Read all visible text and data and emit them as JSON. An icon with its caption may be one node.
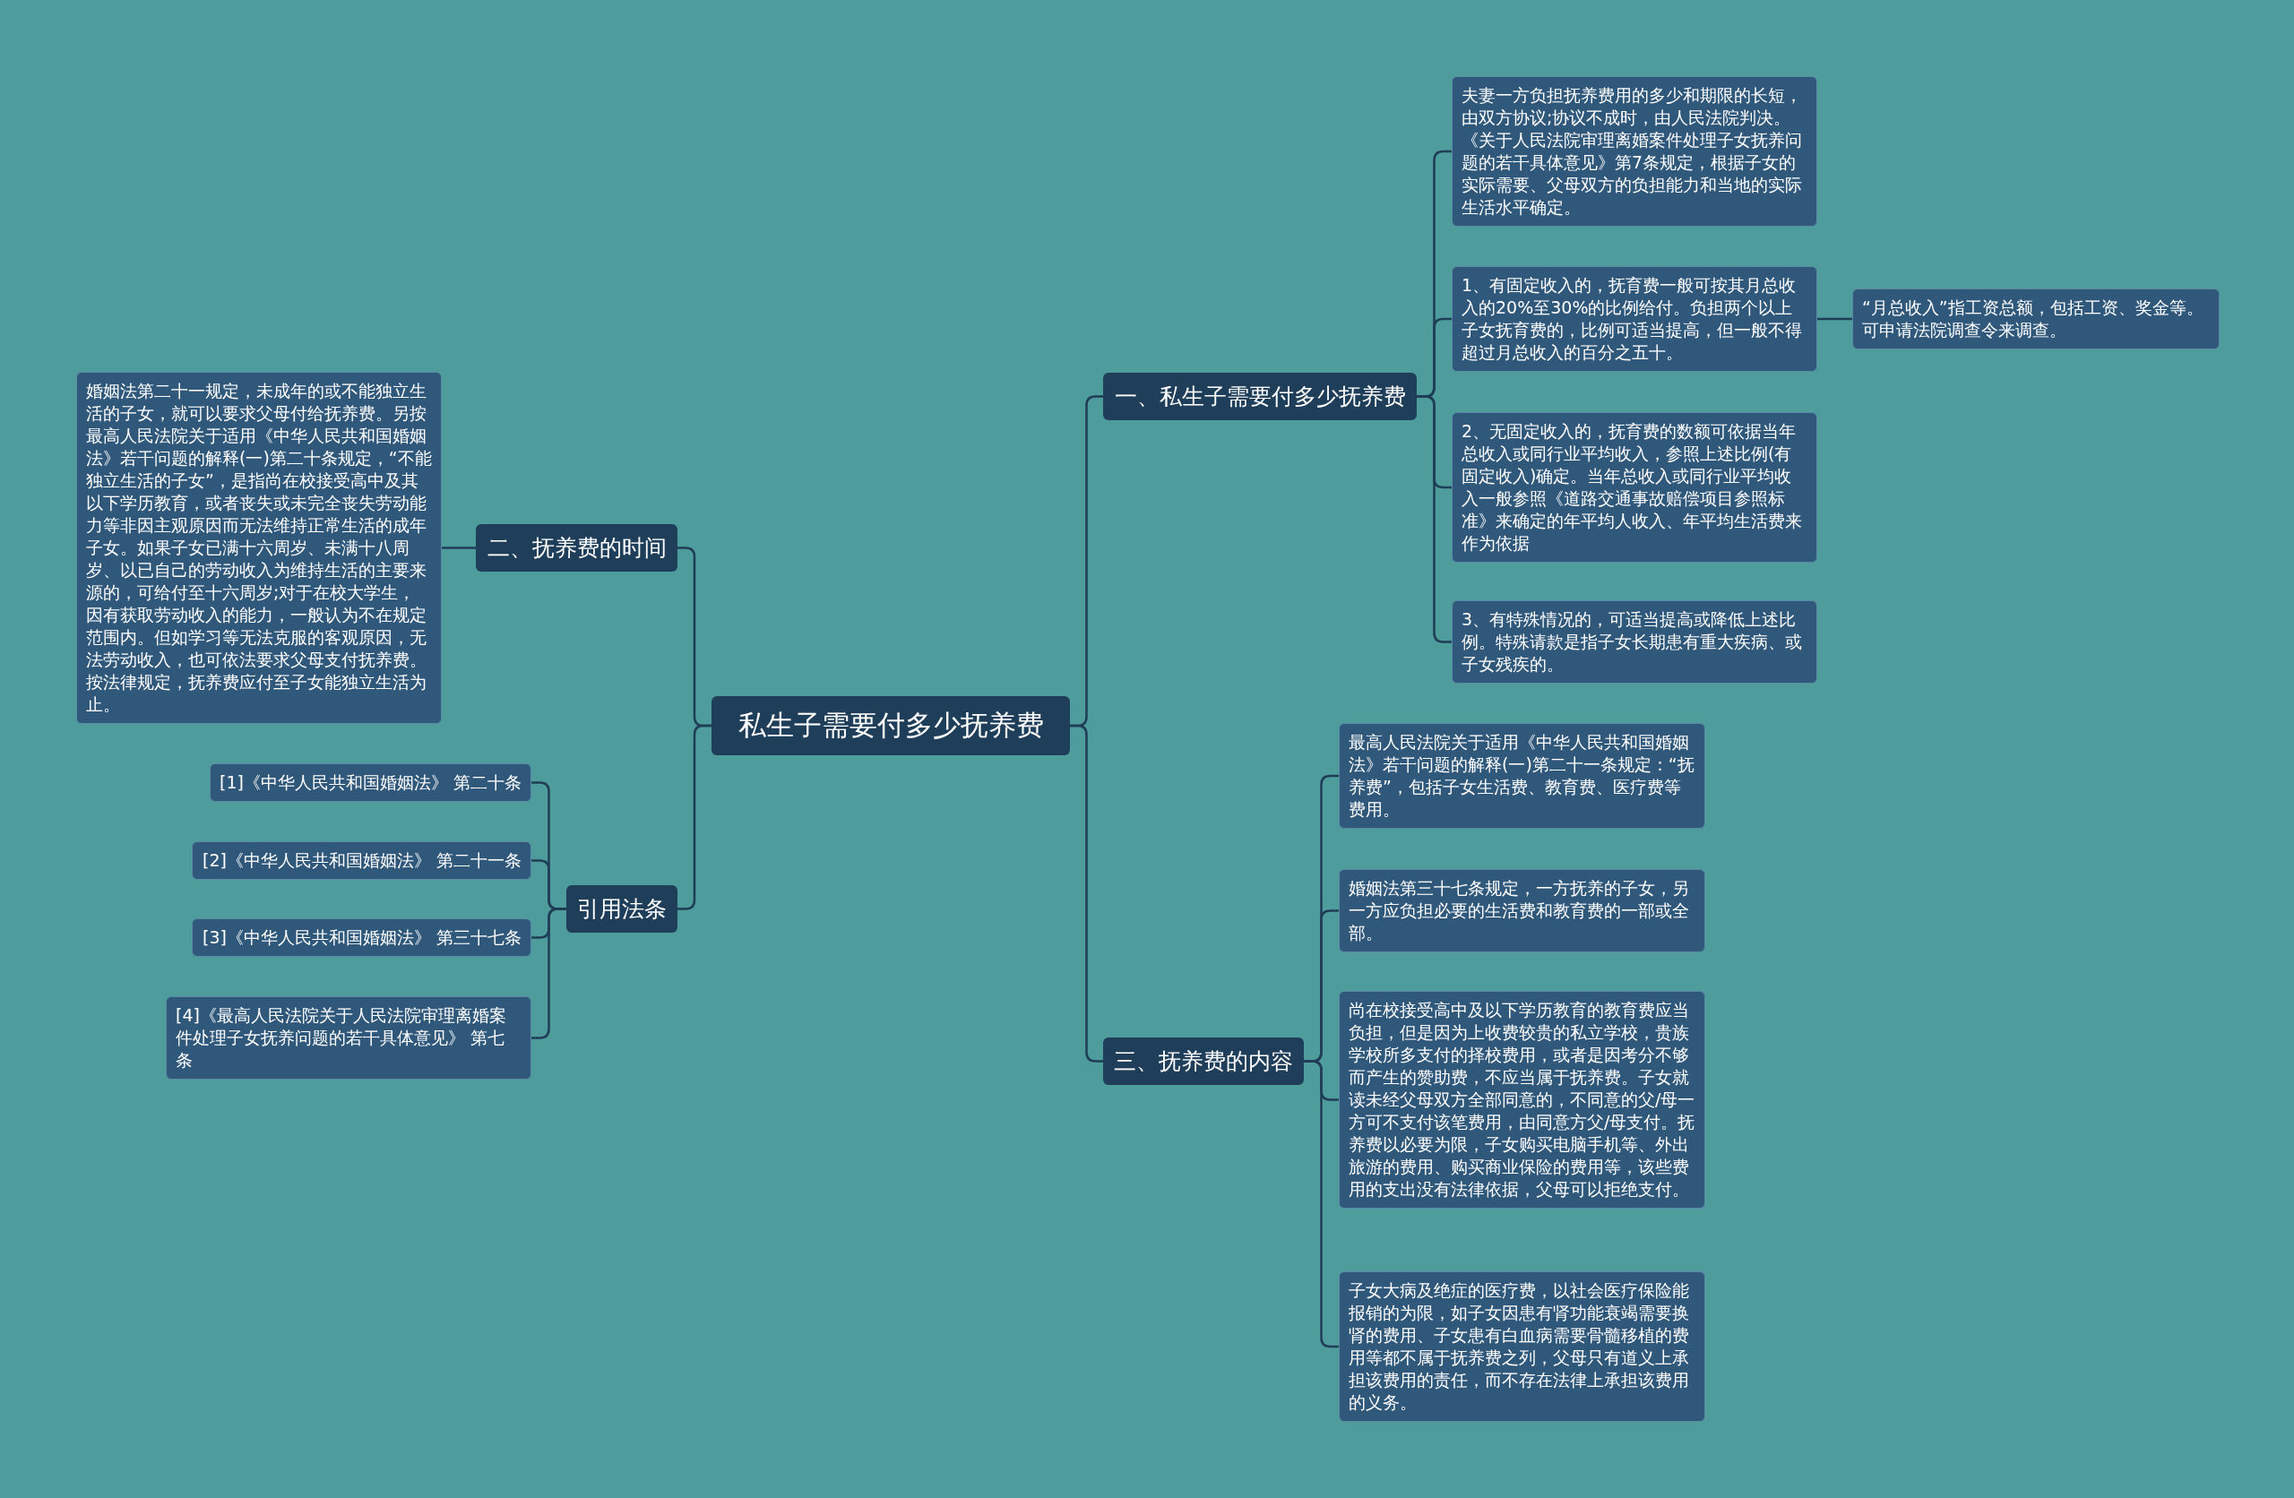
{
  "diagram": {
    "nodes": [
      {
        "text": [
          "私生子需要付多少抚养费"
        ]
      },
      {
        "text": [
          "一、私生子需要付多少抚养费"
        ]
      },
      {
        "text": [
          "夫妻一方负担抚养费用的多少和期限的长短，由双方协议;协议不成时，由人民法院判决。《关于人民法院审理离婚案件处理子女抚养问题的若干具体意见》第7条规定，根据子女的实际需要、父母双方的负担能力和当地的实际生活水平确定。"
        ]
      },
      {
        "text": [
          "1、有固定收入的，抚育费一般可按其月总收入的20%至30%的比例给付。负担两个以上子女抚育费的，比例可适当提高，但一般不得超过月总收入的百分之五十。"
        ]
      },
      {
        "text": [
          "“月总收入”指工资总额，包括工资、奖金等。可申请法院调查令来调查。"
        ]
      },
      {
        "text": [
          "2、无固定收入的，抚育费的数额可依据当年总收入或同行业平均收入，参照上述比例(有固定收入)确定。当年总收入或同行业平均收入一般参照《道路交通事故赔偿项目参照标准》来确定的年平均人收入、年平均生活费来作为依据"
        ]
      },
      {
        "text": [
          "3、有特殊情况的，可适当提高或降低上述比例。特殊请款是指子女长期患有重大疾病、或子女残疾的。"
        ]
      },
      {
        "text": [
          "三、抚养费的内容"
        ]
      },
      {
        "text": [
          "最高人民法院关于适用《中华人民共和国婚姻法》若干问题的解释(一)第二十一条规定：“抚养费”，包括子女生活费、教育费、医疗费等费用。"
        ]
      },
      {
        "text": [
          "婚姻法第三十七条规定，一方抚养的子女，另一方应负担必要的生活费和教育费的一部或全部。"
        ]
      },
      {
        "text": [
          "尚在校接受高中及以下学历教育的教育费应当负担，但是因为上收费较贵的私立学校，贵族学校所多支付的择校费用，或者是因考分不够而产生的赞助费，不应当属于抚养费。子女就读未经父母双方全部同意的，不同意的父/母一方可不支付该笔费用，由同意方父/母支付。抚养费以必要为限，子女购买电脑手机等、外出旅游的费用、购买商业保险的费用等，该些费用的支出没有法律依据，父母可以拒绝支付。"
        ]
      },
      {
        "text": [
          "子女大病及绝症的医疗费，以社会医疗保险能报销的为限，如子女因患有肾功能衰竭需要换肾的费用、子女患有白血病需要骨髓移植的费用等都不属于抚养费之列，父母只有道义上承担该费用的责任，而不存在法律上承担该费用的义务。"
        ]
      },
      {
        "text": [
          "二、抚养费的时间"
        ]
      },
      {
        "text": [
          "婚姻法第二十一规定，未成年的或不能独立生活的子女，就可以要求父母付给抚养费。另按最高人民法院关于适用《中华人民共和国婚姻法》若干问题的解释(一)第二十条规定，“不能独立生活的子女”，是指尚在校接受高中及其以下学历教育，或者丧失或未完全丧失劳动能力等非因主观原因而无法维持正常生活的成年子女。如果子女已满十六周岁、未满十八周岁、以已自己的劳动收入为维持生活的主要来源的，可给付至十六周岁;对于在校大学生，因有获取劳动收入的能力，一般认为不在规定范围内。但如学习等无法克服的客观原因，无法劳动收入，也可依法要求父母支付抚养费。按法律规定，抚养费应付至子女能独立生活为止。"
        ]
      },
      {
        "text": [
          "引用法条"
        ]
      },
      {
        "text": [
          "[1]《中华人民共和国婚姻法》 第二十条"
        ]
      },
      {
        "text": [
          "[2]《中华人民共和国婚姻法》 第二十一条"
        ]
      },
      {
        "text": [
          "[3]《中华人民共和国婚姻法》 第三十七条"
        ]
      },
      {
        "text": [
          "[4]《最高人民法院关于人民法院审理离婚案件处理子女抚养问题的若干具体意见》 第七条"
        ]
      }
    ],
    "edges": [
      {
        "from": 0,
        "to": 1,
        "arrow": "none"
      },
      {
        "from": 1,
        "to": 2,
        "arrow": "none"
      },
      {
        "from": 1,
        "to": 3,
        "arrow": "none"
      },
      {
        "from": 3,
        "to": 4,
        "arrow": "none"
      },
      {
        "from": 1,
        "to": 5,
        "arrow": "none"
      },
      {
        "from": 1,
        "to": 6,
        "arrow": "none"
      },
      {
        "from": 0,
        "to": 7,
        "arrow": "none"
      },
      {
        "from": 7,
        "to": 8,
        "arrow": "none"
      },
      {
        "from": 7,
        "to": 9,
        "arrow": "none"
      },
      {
        "from": 7,
        "to": 10,
        "arrow": "none"
      },
      {
        "from": 7,
        "to": 11,
        "arrow": "none"
      },
      {
        "from": 0,
        "to": 12,
        "arrow": "none"
      },
      {
        "from": 12,
        "to": 13,
        "arrow": "none"
      },
      {
        "from": 0,
        "to": 14,
        "arrow": "none"
      },
      {
        "from": 14,
        "to": 15,
        "arrow": "none"
      },
      {
        "from": 14,
        "to": 16,
        "arrow": "none"
      },
      {
        "from": 14,
        "to": 17,
        "arrow": "none"
      },
      {
        "from": 14,
        "to": 18,
        "arrow": "none"
      }
    ]
  }
}
